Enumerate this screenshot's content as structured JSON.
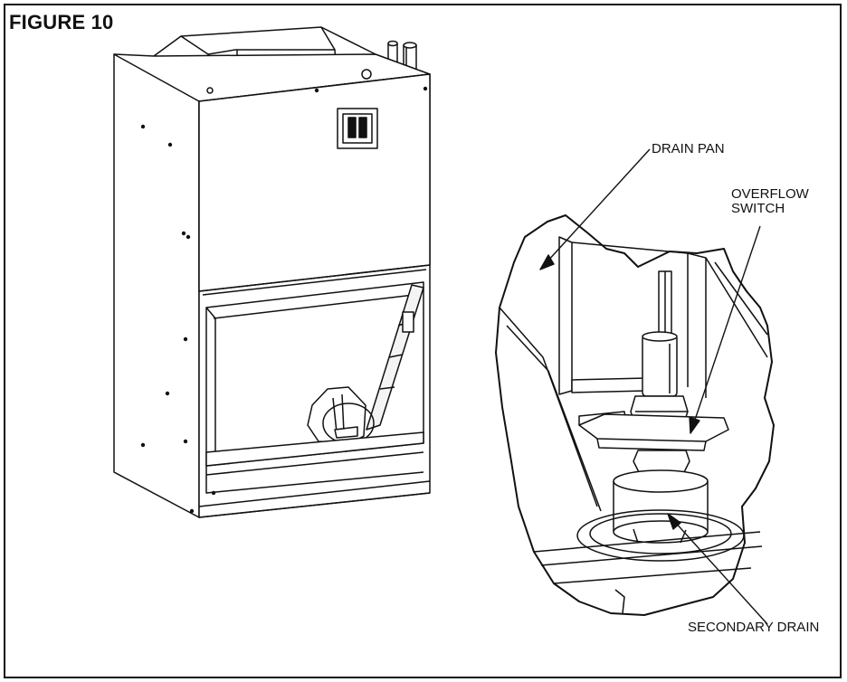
{
  "figure": {
    "title": "FIGURE 10"
  },
  "callouts": {
    "drain_pan": "DRAIN PAN",
    "overflow_switch_line1": "OVERFLOW",
    "overflow_switch_line2": "SWITCH",
    "secondary_drain": "SECONDARY DRAIN"
  },
  "colors": {
    "line": "#111111",
    "background": "#ffffff",
    "shade": "#e8e8e8"
  }
}
